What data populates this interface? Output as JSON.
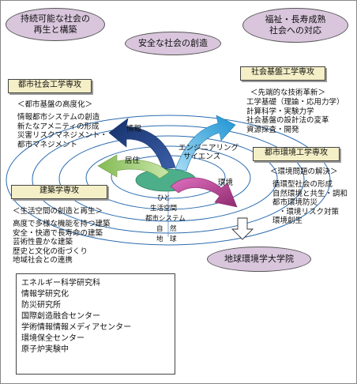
{
  "top_pills": {
    "left": [
      "持続可能な社会の",
      "再生と構築"
    ],
    "center": "安全な社会の創造",
    "right": [
      "福祉・長寿成熟",
      "社会への対応"
    ]
  },
  "toshi": {
    "header": "都市社会工学専攻",
    "subtitle": "＜都市基盤の高度化＞",
    "items": [
      "情報都市システムの創造",
      "新たなアメニティの形成",
      "災害リスクマネジメント・",
      "都市マネジメント"
    ]
  },
  "shakai": {
    "header": "社会基盤工学専攻",
    "subtitle": "＜先端的な技術革新＞",
    "items": [
      "工学基礎（理論・応用力学）",
      "計算科学・実験力学",
      "社会基盤の設計法の変革",
      "資源探査・開発"
    ]
  },
  "kankyo": {
    "header": "都市環境工学専攻",
    "subtitle": "＜環境問題の解決＞",
    "items": [
      "循環型社会の形成",
      "自然環境と共生・調和",
      "都市環境防災",
      "・環境リスク対策",
      "環境創生"
    ]
  },
  "kenchiku": {
    "header": "建築学専攻",
    "subtitle": "＜生活空間の創造と再生＞",
    "items": [
      "高度で多様な機能を持つ建築",
      "安全・快適で長寿命の建築",
      "芸術性豊かな建築",
      "歴史と文化の街づくり",
      "地域社会との連携"
    ]
  },
  "center": {
    "label_line1": "エンジニアリング",
    "label_line2": "サイエンス",
    "arrow_info": "情報",
    "arrow_resident": "居住",
    "arrow_env": "環境"
  },
  "rings": [
    "ひと",
    "生活空間",
    "都市システム",
    "自　然",
    "地　球"
  ],
  "earth_school": "地球環境学大学院",
  "institutes": [
    "エネルギー科学研究科",
    "情報学研究化",
    "防災研究所",
    "国際創造融合センター",
    "学術情報情報メディアセンター",
    "環境保全センター",
    "原子炉実験中"
  ],
  "colors": {
    "pill": "#d9c6dd",
    "header": "#f4efc6",
    "center_green": "#4caf8a",
    "arrow_navy": "#1f3f7a",
    "arrow_cyan": "#39a9e0",
    "arrow_lightgreen": "#a6d07a",
    "arrow_magenta": "#b5438f"
  }
}
